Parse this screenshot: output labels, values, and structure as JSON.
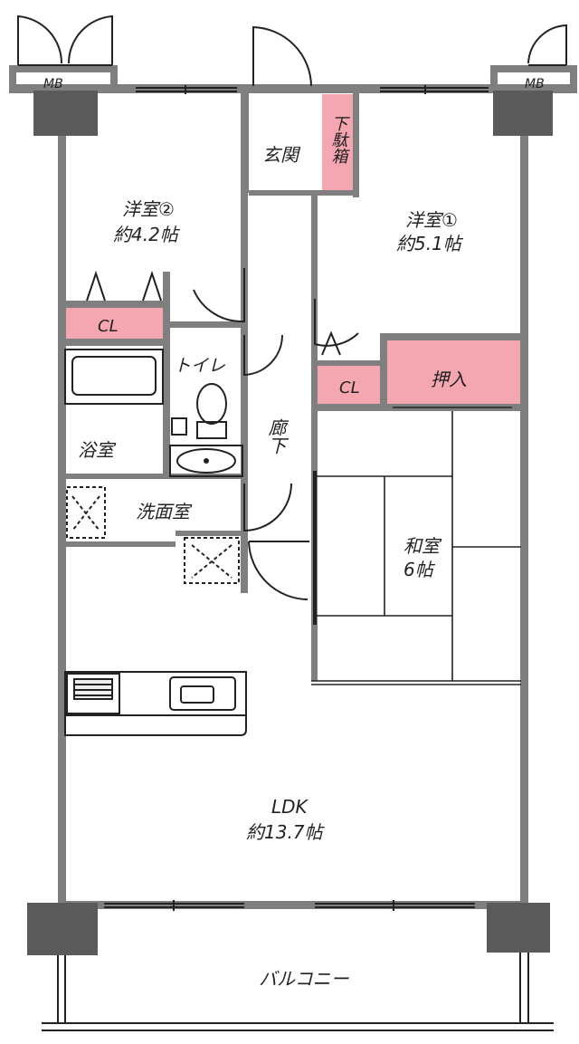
{
  "rooms": {
    "western2": {
      "name": "洋室②",
      "size": "約4.2帖"
    },
    "western1": {
      "name": "洋室①",
      "size": "約5.1帖"
    },
    "entrance": "玄関",
    "shoebox": "下駄箱",
    "closet_left": "CL",
    "closet_right": "CL",
    "oshiire": "押入",
    "toilet": "トイレ",
    "corridor": "廊下",
    "bath": "浴室",
    "washroom": "洗面室",
    "japanese": {
      "name": "和室",
      "size": "6帖"
    },
    "ldk": {
      "name": "LDK",
      "size": "約13.7帖"
    },
    "balcony": "バルコニー",
    "meter_box_left": "MB",
    "meter_box_right": "MB"
  },
  "colors": {
    "wall": "#7f7f7f",
    "column": "#5a5a5a",
    "storage": "#f4a7b0",
    "background": "#ffffff",
    "line": "#222222"
  }
}
